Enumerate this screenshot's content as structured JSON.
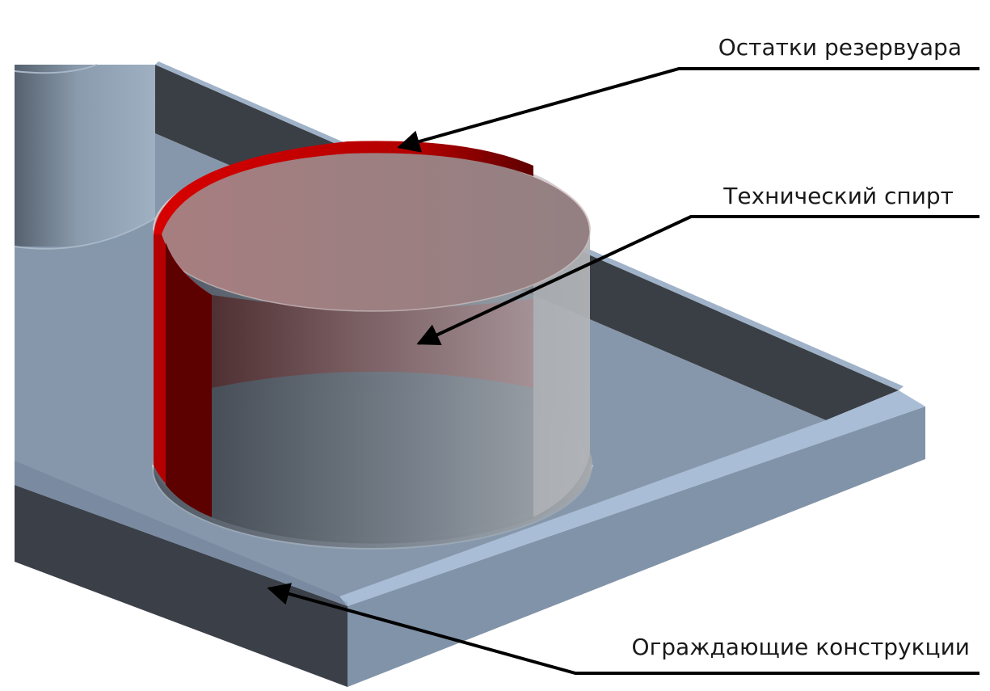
{
  "labels": {
    "tank_remains": "Остатки резервуара",
    "technical_alcohol": "Технический спирт",
    "enclosing_structures": "Ограждающие конструкции"
  },
  "colors": {
    "platform_top": "#8597ab",
    "platform_side_dark": "#3d434b",
    "curb_top_light": "#a8bcd4",
    "curb_side": "#7f91a5",
    "tank_wall_red": "#b50000",
    "tank_wall_dark_red": "#5e0000",
    "liquid_top": "#a07e80",
    "leader_line": "#000000"
  }
}
